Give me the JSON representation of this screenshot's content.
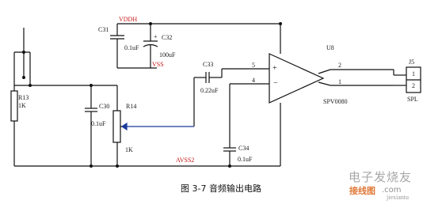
{
  "labels": {
    "c31": "C31",
    "vddh": "VDDH",
    "c32": "C32",
    "c32_plus": "+",
    "c31_val": "0.1uF",
    "c32_val": "100uF",
    "vss": "VSS",
    "u8": "U8",
    "j5": "J5",
    "pin2": "2",
    "pin1": "1",
    "j5_pin1": "1",
    "j5_pin2": "2",
    "spl": "SPL",
    "spv": "SPV0080",
    "c33": "C33",
    "c33_val": "0.22uF",
    "in5": "5",
    "in4": "4",
    "plus": "+",
    "minus": "−",
    "r13": "R13",
    "r13_val": "1K",
    "c30": "C30",
    "c30_val": "0.1uF",
    "r14": "R14",
    "r14_val": "1K",
    "c34": "C34",
    "c34_val": "0.1uF",
    "avss2": "AVSS2"
  },
  "caption": "图 3-7  音频输出电路",
  "watermark": {
    "line1": "电子发烧友",
    "line2": "接线图",
    "line3": ".com",
    "line4": "jiexiantu"
  },
  "colors": {
    "wire": "#101010",
    "power_label": "#c81818",
    "wiper": "#1a3a9c"
  }
}
